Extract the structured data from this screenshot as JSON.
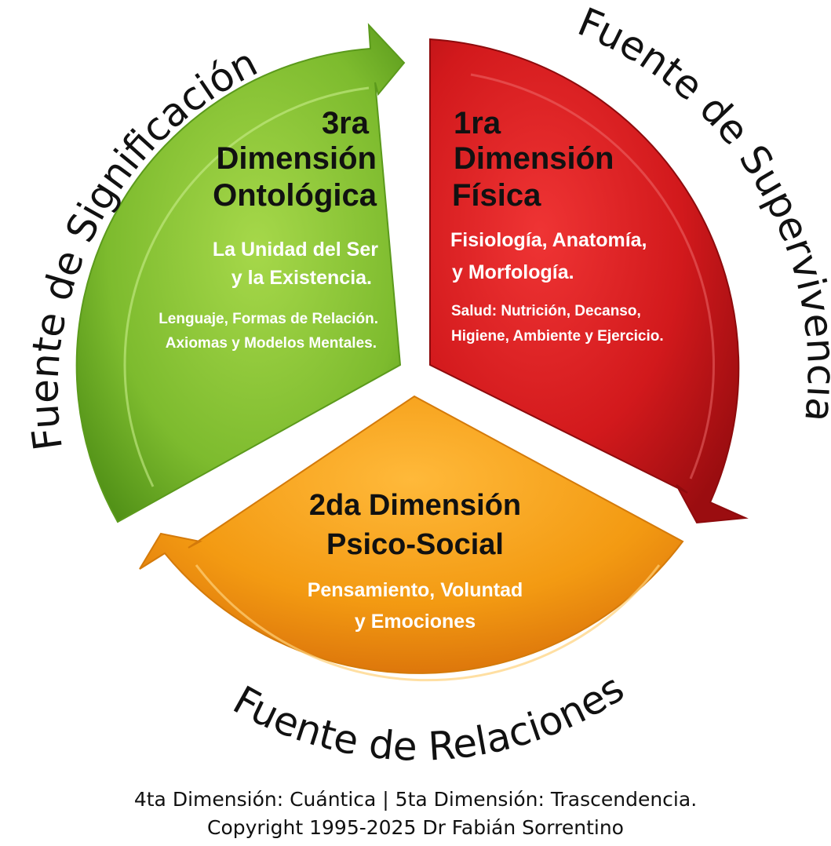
{
  "outer_labels": {
    "top_left": "Fuente de Significación",
    "top_right": "Fuente de Supervivencia",
    "bottom": "Fuente de Relaciones"
  },
  "segments": {
    "ontologica": {
      "title_lines": [
        "3ra",
        "Dimensión",
        "Ontológica"
      ],
      "subtitle_lines": [
        "La Unidad del Ser",
        "y la Existencia."
      ],
      "detail_lines": [
        "Lenguaje, Formas de Relación.",
        "Axiomas y Modelos Mentales."
      ],
      "color": "#7dbb2e"
    },
    "fisica": {
      "title_lines": [
        "1ra",
        "Dimensión",
        "Física"
      ],
      "subtitle_lines": [
        "Fisiología, Anatomía,",
        "y Morfología."
      ],
      "detail_lines": [
        "Salud: Nutrición, Decanso,",
        "Higiene, Ambiente y Ejercicio."
      ],
      "color": "#d2191c"
    },
    "psicosocial": {
      "title_lines": [
        "2da Dimensión",
        "Psico-Social"
      ],
      "subtitle_lines": [
        "Pensamiento, Voluntad",
        "y Emociones"
      ],
      "color": "#f39a12"
    }
  },
  "footer": {
    "line1": "4ta  Dimensión: Cuántica |  5ta Dimensión: Trascendencia.",
    "line2": "Copyright 1995-2025 Dr Fabián Sorrentino"
  }
}
